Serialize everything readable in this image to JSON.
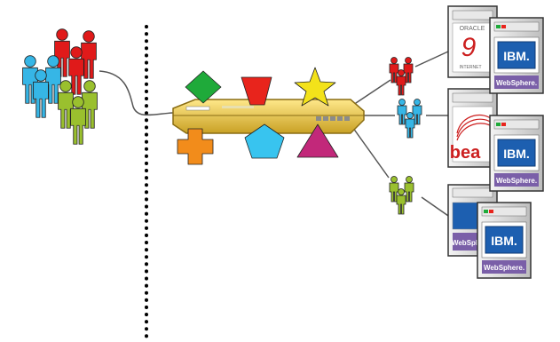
{
  "colors": {
    "red_person": "#e01a1a",
    "cyan_person": "#36b6e6",
    "green_person": "#9ac02e",
    "appliance": "#f2c84b",
    "diamond": "#1faa3a",
    "trapezoid": "#e8241c",
    "star": "#f3e21a",
    "cross": "#f28c1b",
    "pentagon": "#38c4ef",
    "triangle": "#c2287a",
    "server_body": "#d8d8d8",
    "ibm_blue": "#1d5fb0",
    "websphere_purple": "#7a5fa8",
    "oracle_red": "#cc1f1f"
  },
  "icons": {
    "crowd": "people-crowd-icon",
    "appliance": "load-balancer-appliance-icon",
    "servers": "server-tower-icon"
  },
  "labels": {
    "oracle_brand": "ORACLE",
    "oracle_version": "9",
    "oracle_sub": "INTERNET",
    "ibm": "IBM.",
    "websphere": "WebSphere.",
    "bea": "bea"
  }
}
